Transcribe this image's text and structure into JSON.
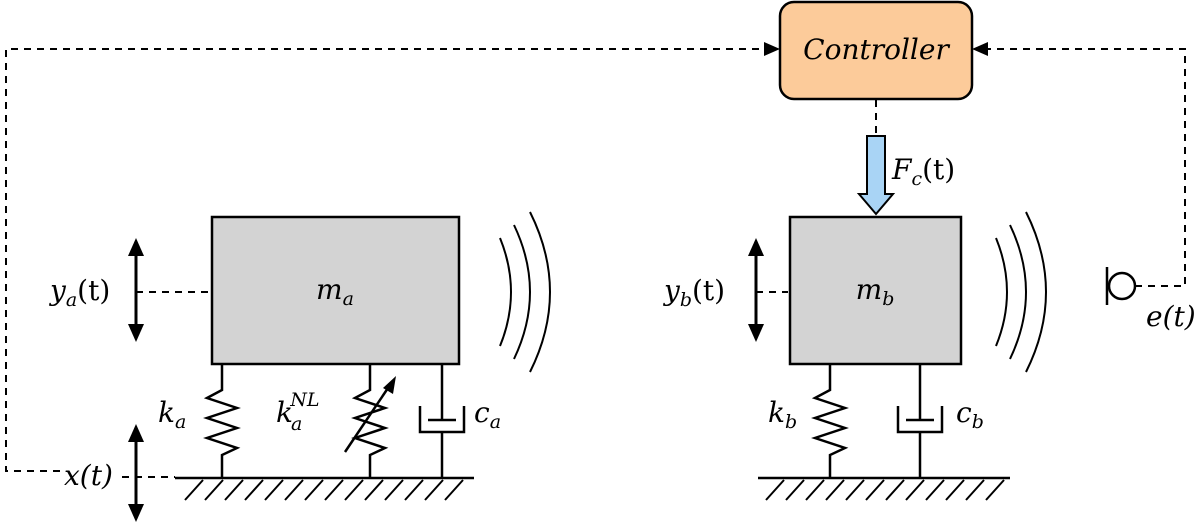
{
  "controller": {
    "label": "Controller",
    "fill": "#fccb9a"
  },
  "mass_a": {
    "label": "m",
    "sub": "a",
    "fill": "#d3d3d3"
  },
  "mass_b": {
    "label": "m",
    "sub": "b",
    "fill": "#d3d3d3"
  },
  "displacement_a": {
    "label": "y",
    "sub": "a",
    "arg": "(t)"
  },
  "displacement_b": {
    "label": "y",
    "sub": "b",
    "arg": "(t)"
  },
  "spring_a": {
    "label": "k",
    "sub": "a"
  },
  "spring_nl": {
    "label": "k",
    "sub": "a",
    "sup": "NL"
  },
  "damper_a": {
    "label": "c",
    "sub": "a"
  },
  "spring_b": {
    "label": "k",
    "sub": "b"
  },
  "damper_b": {
    "label": "c",
    "sub": "b"
  },
  "base_excitation": {
    "label": "x(t)"
  },
  "control_force": {
    "label": "F",
    "sub": "c",
    "arg": "(t)",
    "fill": "#a9d4f5"
  },
  "error_signal": {
    "label": "e(t)"
  }
}
